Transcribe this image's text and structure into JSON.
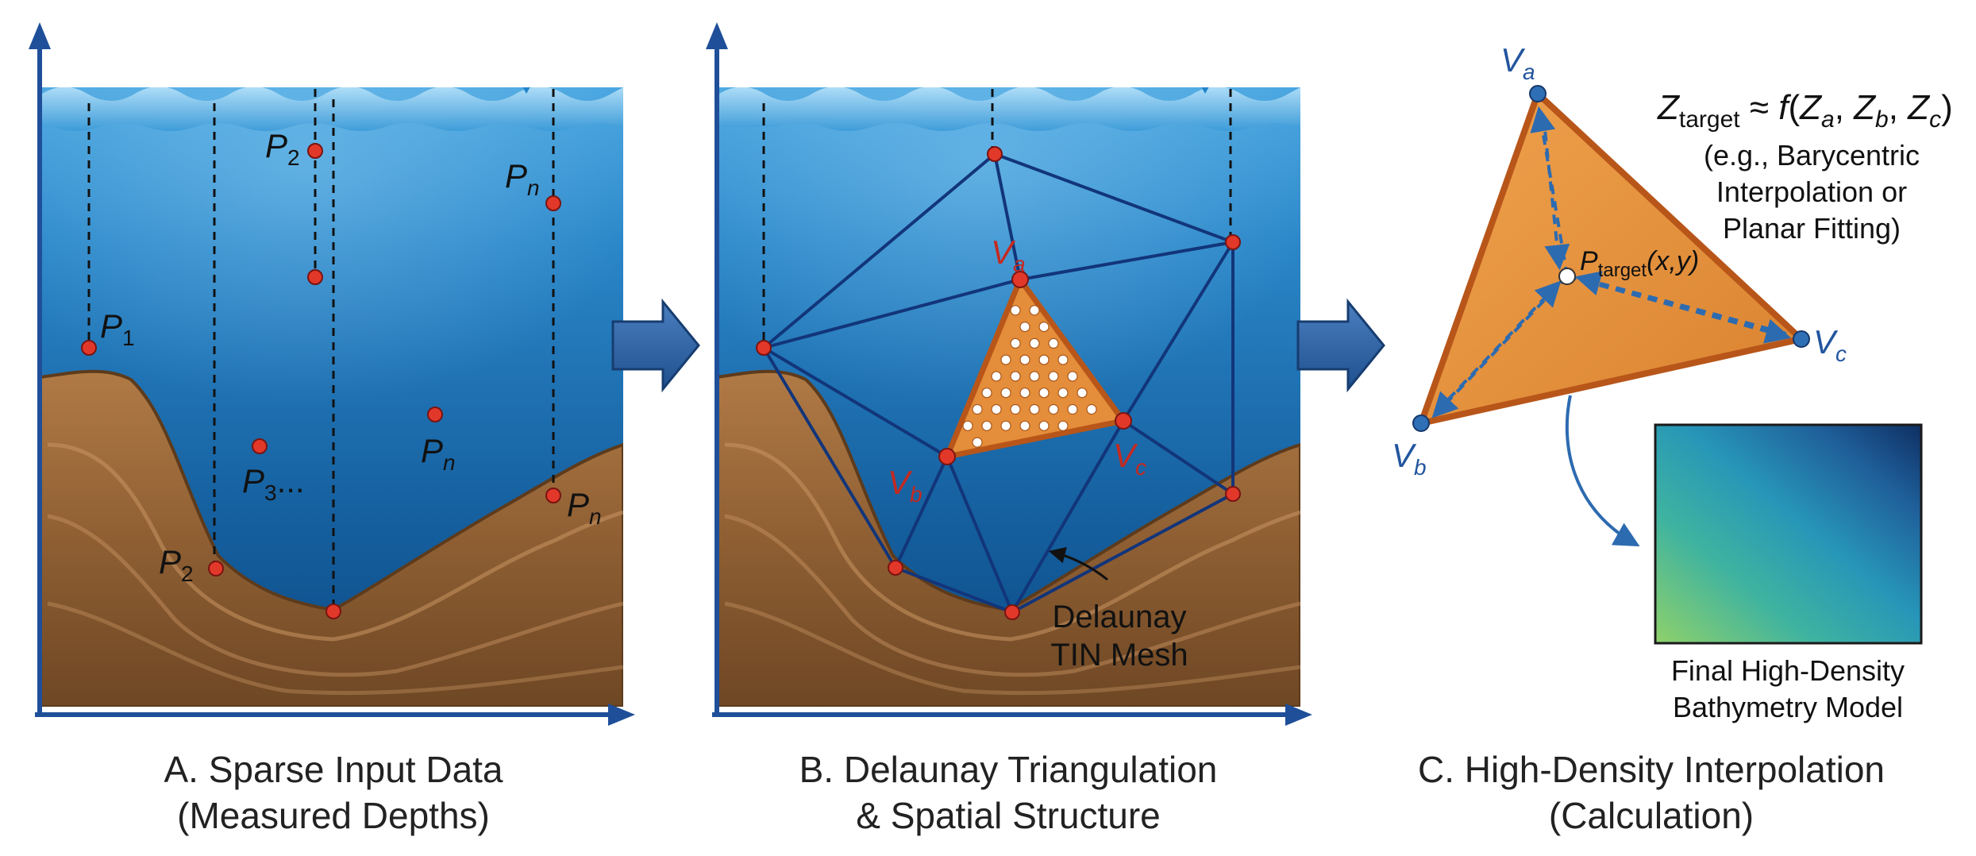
{
  "panel_a": {
    "caption_line1": "A. Sparse Input Data",
    "caption_line2": "(Measured Depths)",
    "point_labels": {
      "p1": "P",
      "p1_sub": "1",
      "p2_top": "P",
      "p2_top_sub": "2",
      "pn_top": "P",
      "pn_top_sub": "n",
      "p3": "P",
      "p3_sub": "3",
      "p3_suffix": "...",
      "pn_mid": "P",
      "pn_mid_sub": "n",
      "p2_bottom": "P",
      "p2_bottom_sub": "2",
      "pn_right": "P",
      "pn_right_sub": "n"
    }
  },
  "panel_b": {
    "caption_line1": "B. Delaunay Triangulation",
    "caption_line2": "& Spatial Structure",
    "vertex_labels": {
      "va": "V",
      "va_sub": "a",
      "vb": "V",
      "vb_sub": "b",
      "vc": "V",
      "vc_sub": "c"
    },
    "mesh_label_line1": "Delaunay",
    "mesh_label_line2": "TIN Mesh"
  },
  "panel_c": {
    "caption_line1": "C. High-Density Interpolation",
    "caption_line2": "(Calculation)",
    "vertex_labels": {
      "va": "V",
      "va_sub": "a",
      "vb": "V",
      "vb_sub": "b",
      "vc": "V",
      "vc_sub": "c"
    },
    "target_label": "P",
    "target_sub": "target",
    "target_coords": "(x,y)",
    "formula": {
      "z": "Z",
      "z_sub": "target",
      "approx": " ≈ ",
      "f": "f",
      "open": "(",
      "za": "Z",
      "za_sub": "a",
      "comma1": ", ",
      "zb": "Z",
      "zb_sub": "b",
      "comma2": ", ",
      "zc": "Z",
      "zc_sub": "c",
      "close": ")"
    },
    "note_line1": "(e.g., Barycentric",
    "note_line2": "Interpolation or",
    "note_line3": "Planar Fitting)",
    "model_label_line1": "Final High-Density",
    "model_label_line2": "Bathymetry Model"
  },
  "colors": {
    "water_top": "#2d8fd0",
    "water_bottom": "#0d4f8c",
    "seabed": "#9a6a3a",
    "seabed_dark": "#6e4724",
    "axis": "#1f4f99",
    "point": "#e2382a",
    "mesh": "#12357a",
    "triangle": "#e9953f",
    "triangle_edge": "#c0641c",
    "label_red": "#c42a20",
    "label_blue": "#23559e",
    "arrow": "#2b5e9c"
  }
}
